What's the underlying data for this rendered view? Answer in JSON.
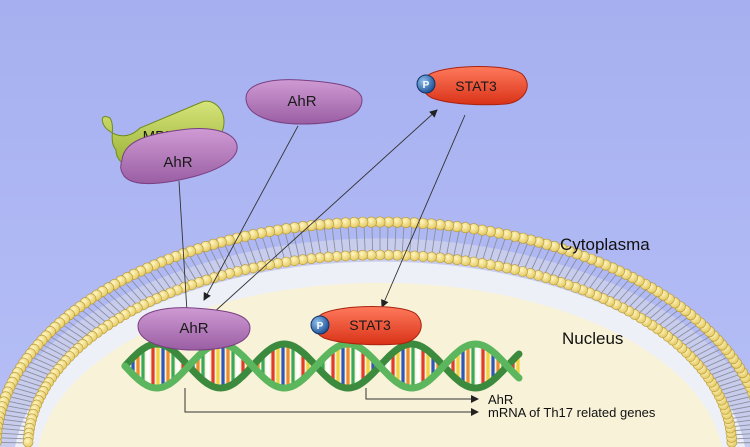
{
  "regions": {
    "cytoplasm": "Cytoplasma",
    "nucleus": "Nucleus"
  },
  "proteins": {
    "mbl": "MBL",
    "ahr_complex": "AhR",
    "ahr_free": "AhR",
    "ahr_nucleus": "AhR",
    "stat3_cytoplasm": "STAT3",
    "stat3_nucleus": "STAT3",
    "phospho_cytoplasm": "P",
    "phospho_nucleus": "P"
  },
  "outputs": {
    "ahr_gene": "AhR",
    "th17_mrna": "mRNA of Th17 related genes"
  },
  "colors": {
    "background": "#a9b4f1",
    "nucleus": "#f8f2d8",
    "lipid_head": "#f5e28c",
    "ahr": "#b57bbd",
    "mbl": "#b9cf52",
    "stat3": "#ef4a30",
    "phospho": "#2f6fb4",
    "dna_strand": "#4aa24c"
  }
}
